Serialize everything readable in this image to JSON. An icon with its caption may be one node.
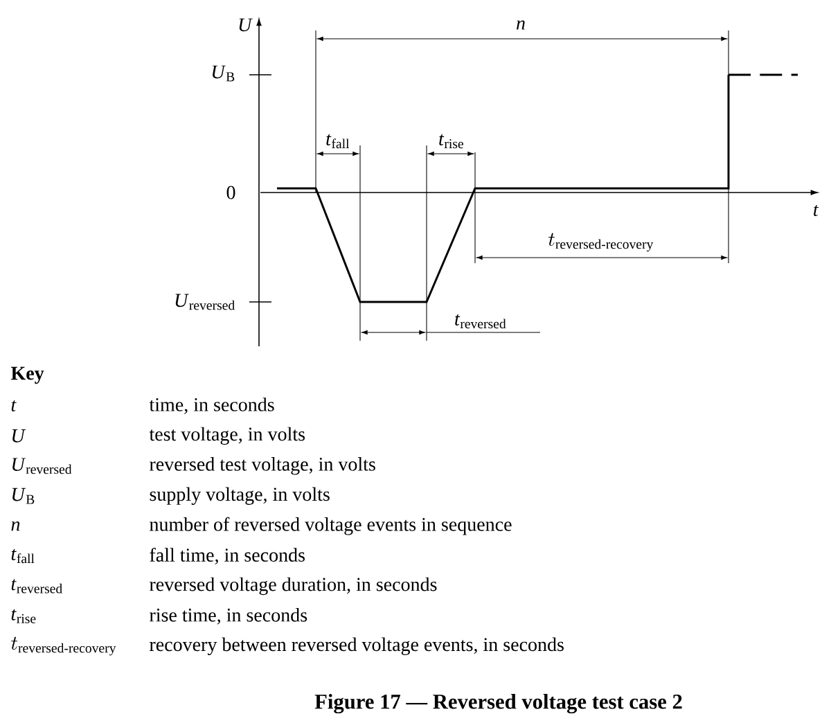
{
  "diagram": {
    "caption": "Figure 17 — Reversed voltage test case 2",
    "labels": [
      "*U*",
      "*n*",
      "*U*$_{B}$",
      "*t*$_{fall}$",
      "*t*$_{rise}$",
      "0",
      "*t*",
      "t_{\\mathrm{reversed\\text{-}recovery}}",
      "*U*$_{reversed}$",
      "*t*$_{reversed}$",
      "Key",
      "*t*",
      "time, in seconds",
      "*U*",
      "test voltage, in volts",
      "*U*$_{reversed}$",
      "reversed test voltage, in volts",
      "*U*$_{B}$",
      "supply voltage, in volts",
      "*n*",
      "number of reversed voltage events in sequence",
      "*t*$_{fall}$",
      "fall time, in seconds",
      "*t*$_{reversed}$",
      "reversed voltage duration, in seconds",
      "*t*$_{rise}$",
      "rise time, in seconds",
      "t_{\\mathrm{reversed\\text{-}recovery}}",
      "recovery between reversed voltage events, in seconds"
    ]
  }
}
